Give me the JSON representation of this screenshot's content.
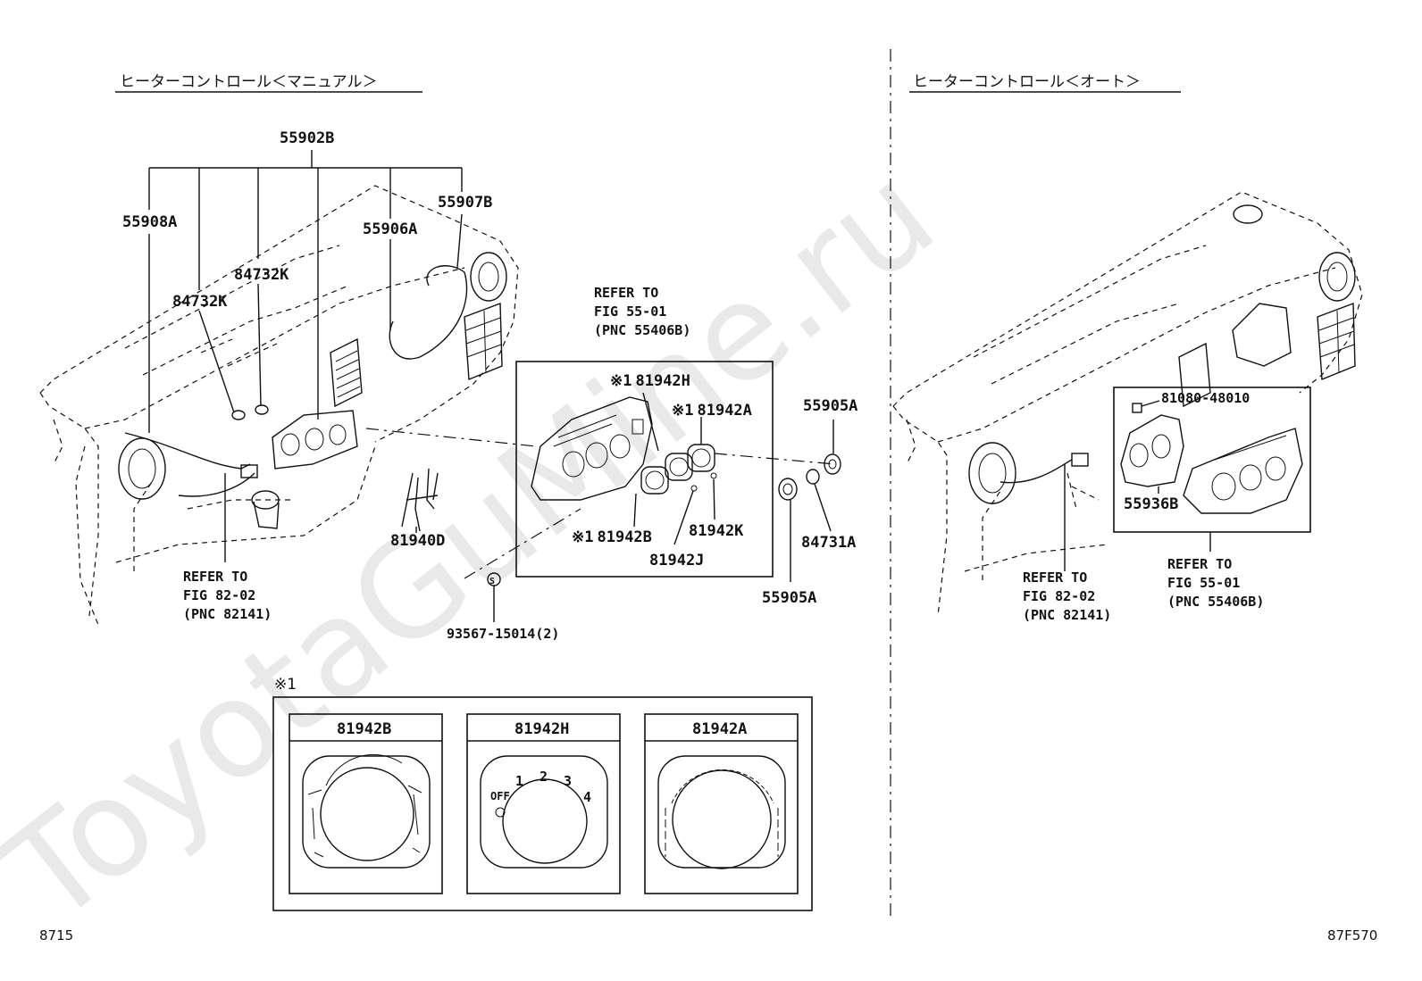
{
  "watermark": "ToyotaGuMine.ru",
  "sections": {
    "manual_title": "ヒーターコントロール＜マニュアル＞",
    "auto_title": "ヒーターコントロール＜オート＞"
  },
  "parts": {
    "p55902B": "55902B",
    "p55908A": "55908A",
    "p55907B": "55907B",
    "p55906A": "55906A",
    "p84732K_1": "84732K",
    "p84732K_2": "84732K",
    "p81942H": "81942H",
    "p81942A": "81942A",
    "p55905A_1": "55905A",
    "p55905A_2": "55905A",
    "p84731A": "84731A",
    "p81942B": "81942B",
    "p81942K": "81942K",
    "p81942J": "81942J",
    "p81940D": "81940D",
    "p93567": "93567-15014(2)",
    "p81080": "81080-48010",
    "p55936B": "55936B",
    "mark": "※1"
  },
  "refs": {
    "ref_top": [
      "REFER TO",
      "FIG 55-01",
      "(PNC 55406B)"
    ],
    "ref_left": [
      "REFER TO",
      "FIG 82-02",
      "(PNC 82141)"
    ],
    "ref_right_a": [
      "REFER TO",
      "FIG 82-02",
      "(PNC 82141)"
    ],
    "ref_right_b": [
      "REFER TO",
      "FIG 55-01",
      "(PNC 55406B)"
    ]
  },
  "detail": {
    "mark": "※1",
    "panels": [
      "81942B",
      "81942H",
      "81942A"
    ],
    "fan_labels": [
      "OFF",
      "1",
      "2",
      "3",
      "4"
    ]
  },
  "footer": {
    "left_code": "8715",
    "right_code": "87F570"
  }
}
